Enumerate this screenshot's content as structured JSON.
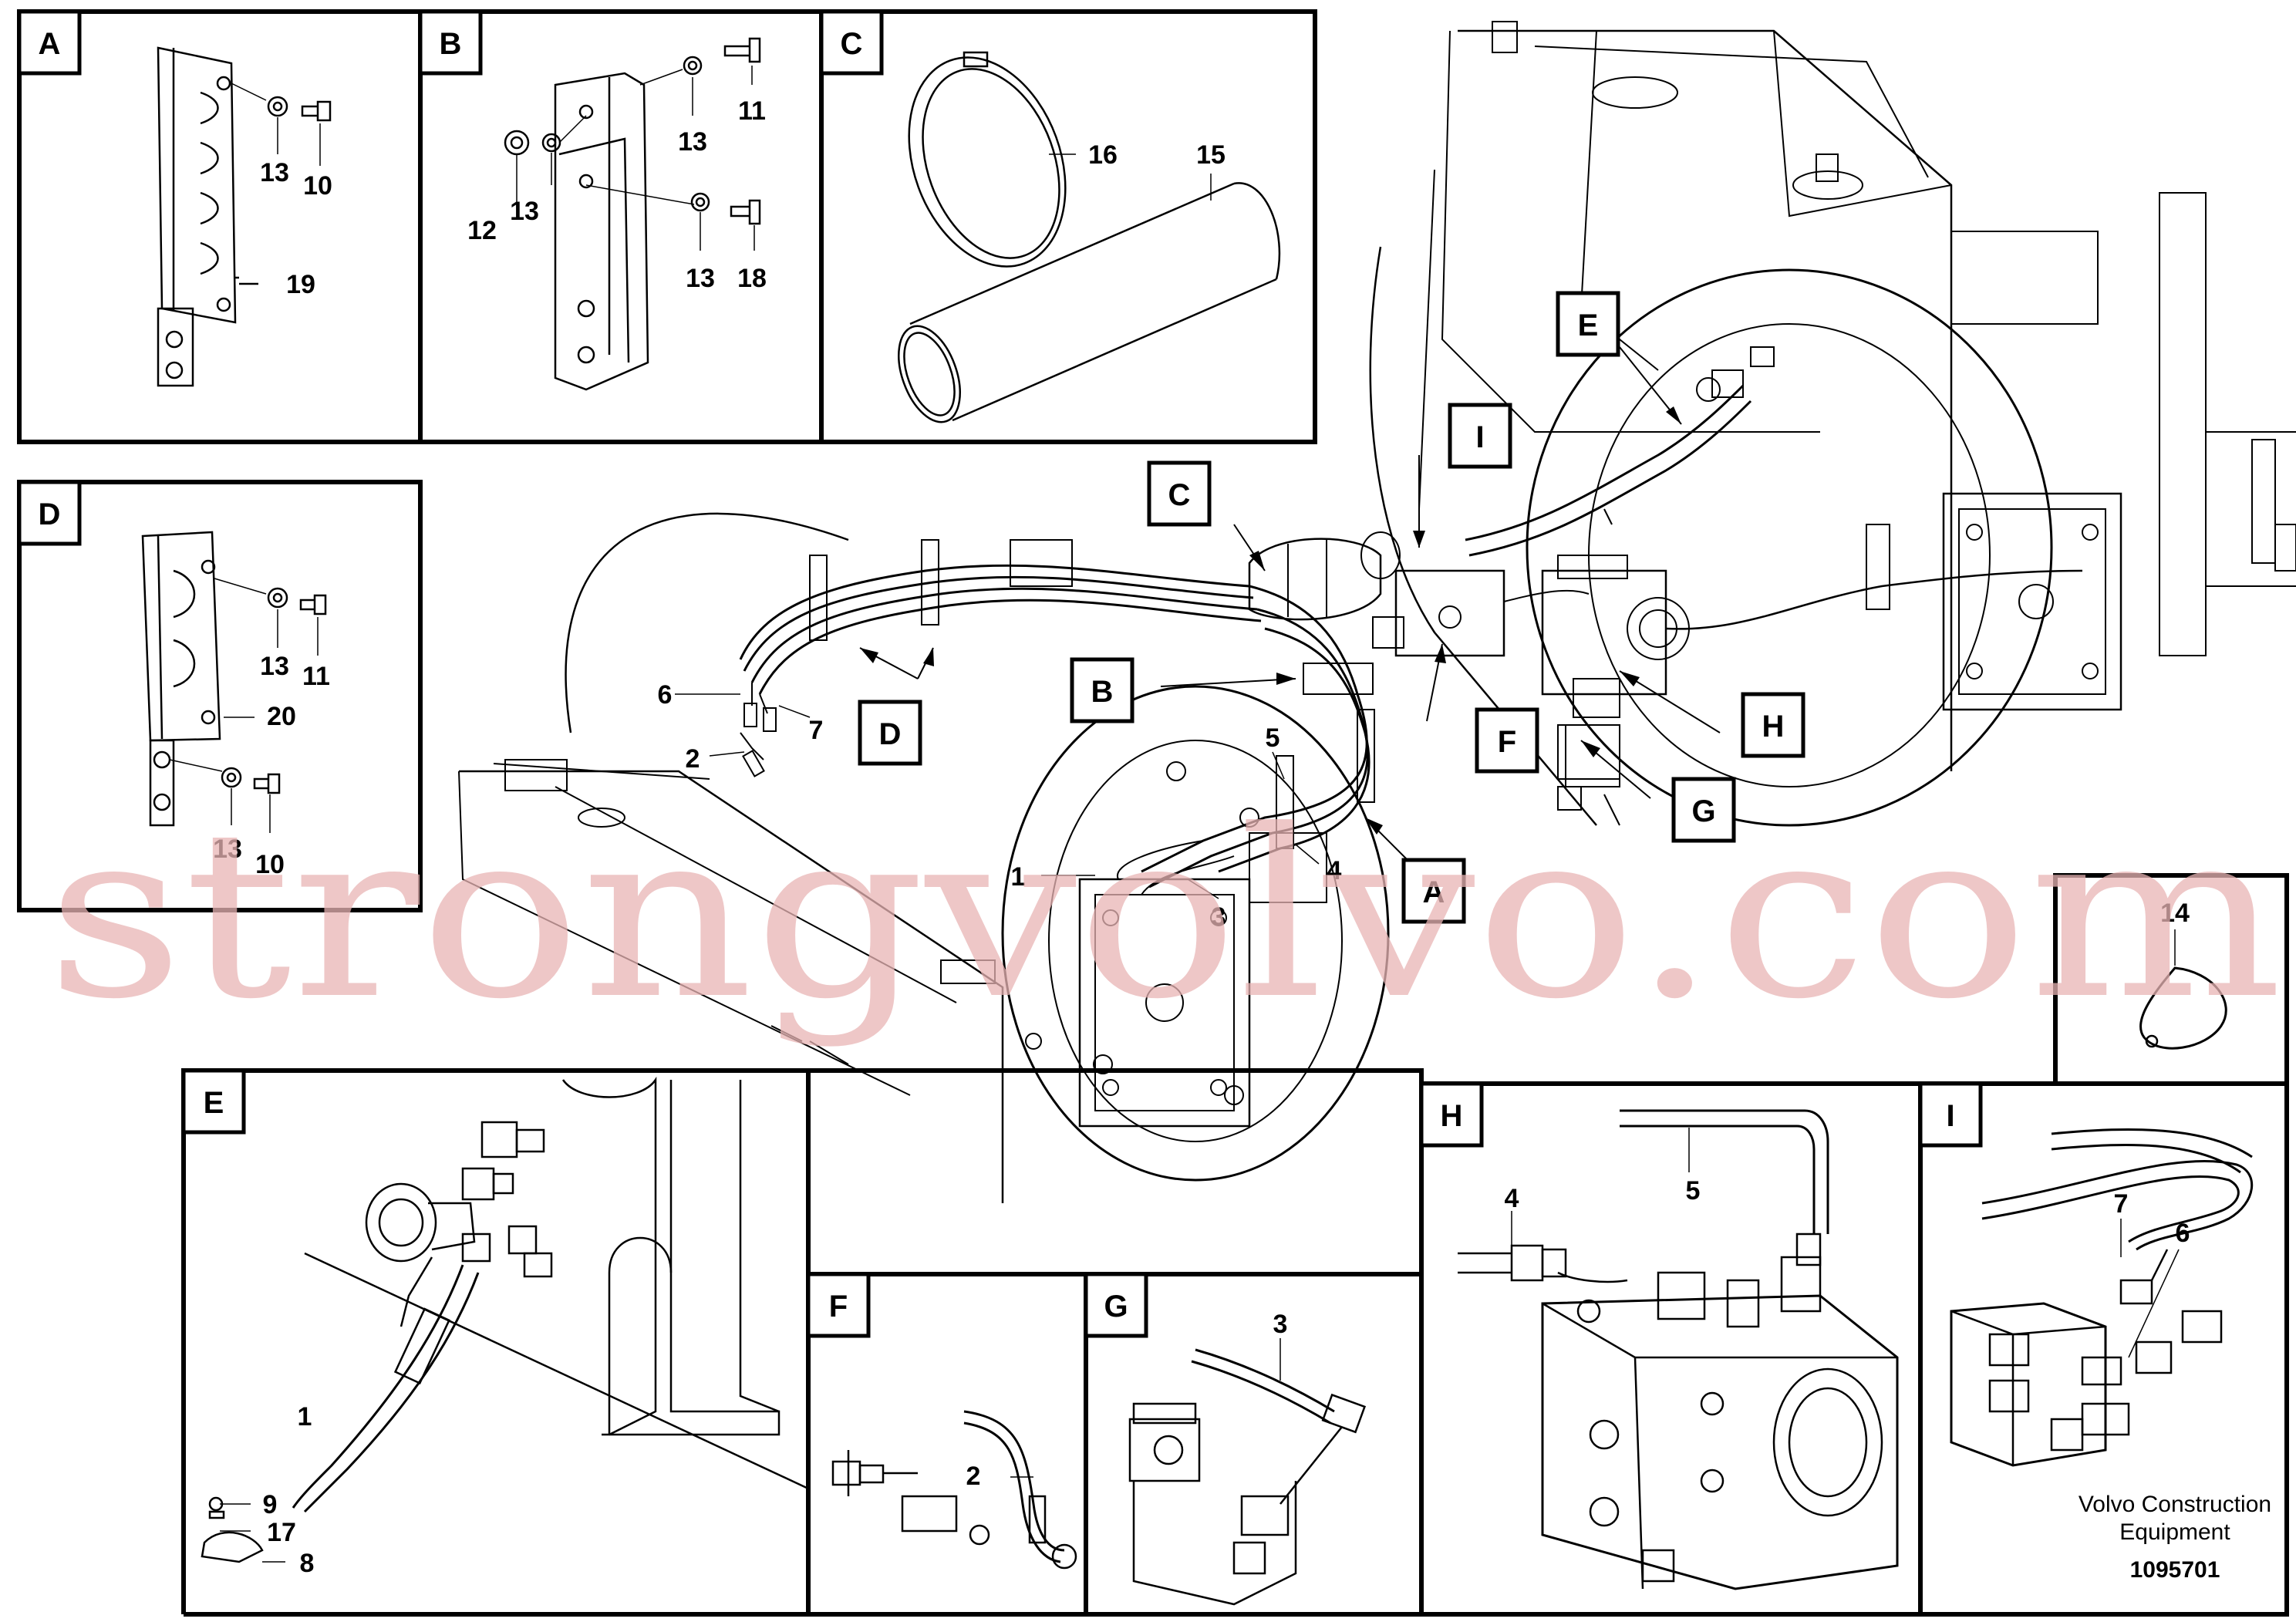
{
  "panels": {
    "A": {
      "letter": "A",
      "labels": {
        "p13": "13",
        "p10": "10",
        "p19": "19"
      }
    },
    "B": {
      "letter": "B",
      "labels": {
        "p13a": "13",
        "p11": "11",
        "p12": "12",
        "p13b": "13",
        "p13c": "13",
        "p18": "18"
      }
    },
    "C": {
      "letter": "C",
      "labels": {
        "p16": "16",
        "p15": "15"
      }
    },
    "D": {
      "letter": "D",
      "labels": {
        "p13a": "13",
        "p11": "11",
        "p20": "20",
        "p13b": "13",
        "p10": "10"
      }
    },
    "E": {
      "letter": "E",
      "labels": {
        "p1": "1",
        "p9": "9",
        "p17": "17",
        "p8": "8"
      }
    },
    "F": {
      "letter": "F",
      "labels": {
        "p2": "2"
      }
    },
    "G": {
      "letter": "G",
      "labels": {
        "p3": "3"
      }
    },
    "H": {
      "letter": "H",
      "labels": {
        "p5": "5",
        "p4": "4"
      }
    },
    "I": {
      "letter": "I",
      "labels": {
        "p7": "7",
        "p6": "6"
      }
    },
    "P14": {
      "labels": {
        "p14": "14"
      }
    }
  },
  "main_callouts": {
    "A": "A",
    "B": "B",
    "C": "C",
    "D": "D",
    "E": "E",
    "F": "F",
    "G": "G",
    "H": "H",
    "I": "I"
  },
  "main_labels": {
    "p1": "1",
    "p2": "2",
    "p3": "3",
    "p4": "4",
    "p5": "5",
    "p6": "6",
    "p7": "7"
  },
  "credit": {
    "line1": "Volvo Construction",
    "line2": "Equipment",
    "id": "1095701"
  },
  "watermark": {
    "text": "strongvolvo.com"
  },
  "colors": {
    "line": "#000000",
    "watermark": "#e8b4b4",
    "background": "#ffffff"
  }
}
